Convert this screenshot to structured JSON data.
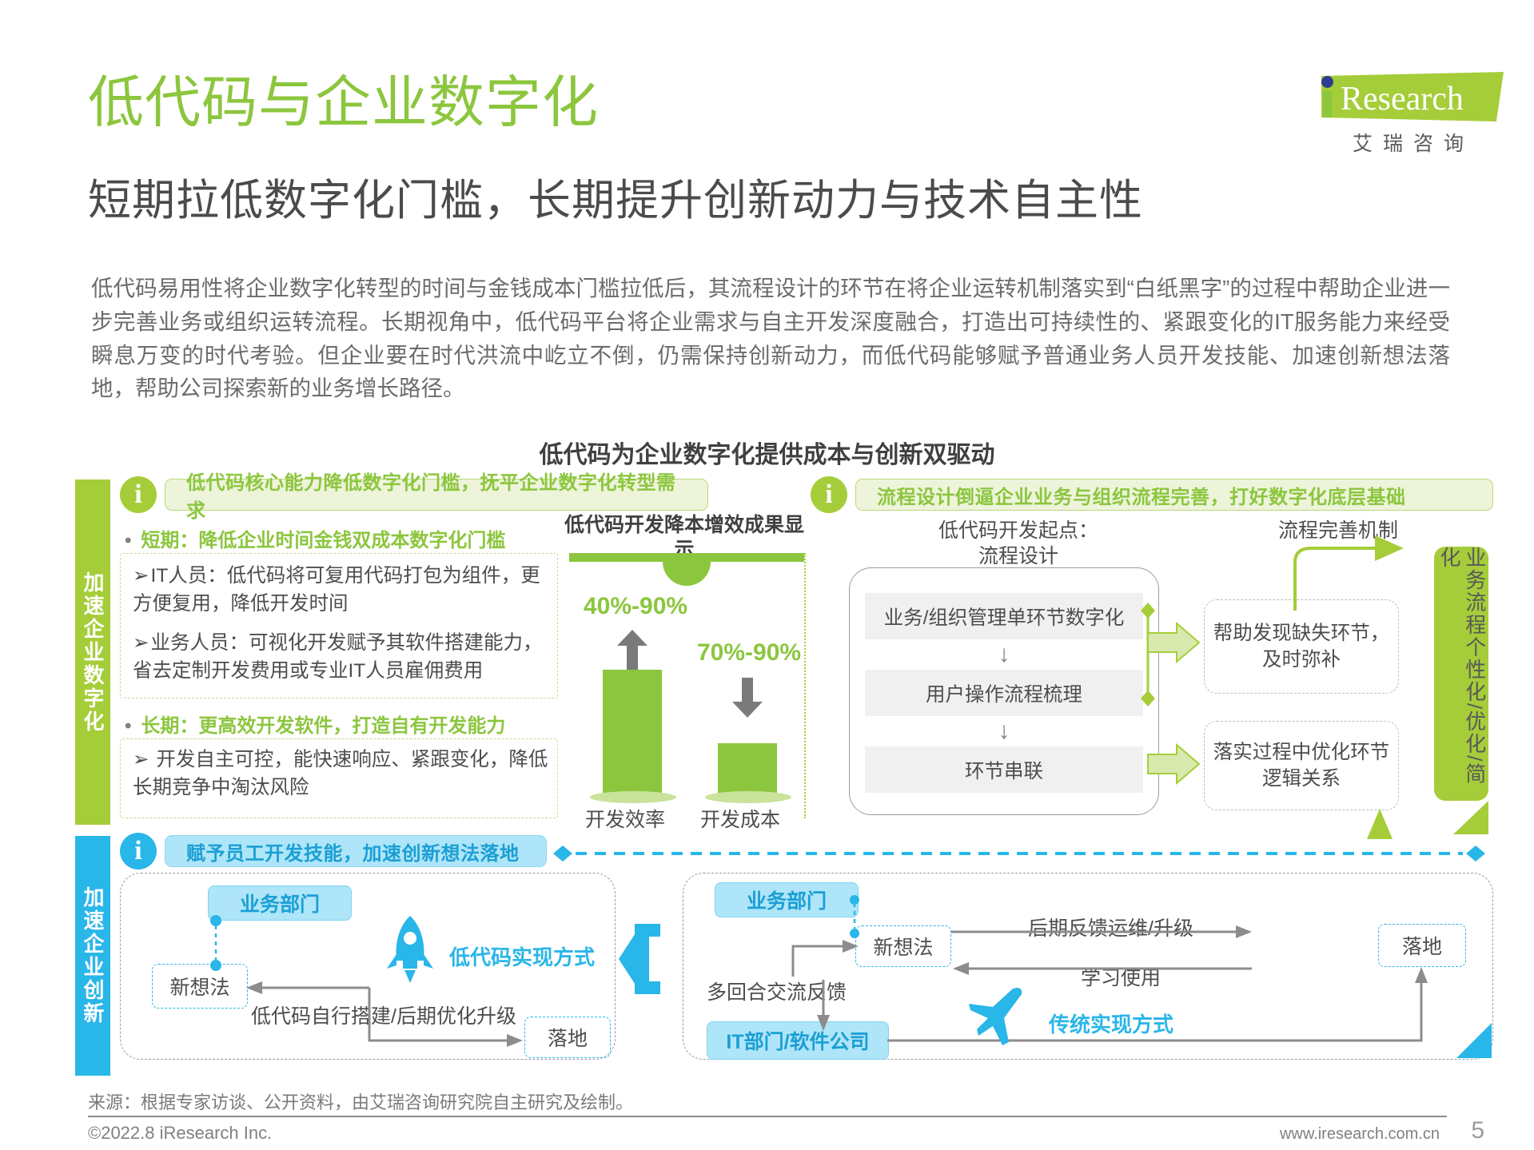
{
  "header": {
    "title": "低代码与企业数字化",
    "subtitle": "短期拉低数字化门槛，长期提升创新动力与技术自主性",
    "paragraph": "低代码易用性将企业数字化转型的时间与金钱成本门槛拉低后，其流程设计的环节在将企业运转机制落实到“白纸黑字”的过程中帮助企业进一步完善业务或组织运转流程。长期视角中，低代码平台将企业需求与自主开发深度融合，打造出可持续性的、紧跟变化的IT服务能力来经受瞬息万变的时代考验。但企业要在时代洪流中屹立不倒，仍需保持创新动力，而低代码能够赋予普通业务人员开发技能、加速创新想法落地，帮助公司探索新的业务增长路径。"
  },
  "logo": {
    "brand": "Research",
    "brand_cn": "艾瑞咨询"
  },
  "section_caption": "低代码为企业数字化提供成本与创新双驱动",
  "panel_top": {
    "side_tab": "加速企业数字化",
    "badge": "i",
    "left_pill": "低代码核心能力降低数字化门槛，抚平企业数字化转型需求",
    "right_pill": "流程设计倒逼企业业务与组织流程完善，打好数字化底层基础",
    "bullets": [
      {
        "heading": "短期：降低企业时间金钱双成本数字化门槛",
        "items": [
          "IT人员：低代码将可复用代码打包为组件，更方便复用，降低开发时间",
          "业务人员：可视化开发赋予其软件搭建能力，省去定制开发费用或专业IT人员雇佣费用"
        ]
      },
      {
        "heading": "长期：更高效开发软件，打造自有开发能力",
        "items": [
          "开发自主可控，能快速响应、紧跟变化，降低长期竞争中淘汰风险"
        ]
      }
    ],
    "flow": {
      "start_title": "低代码开发起点：\n流程设计",
      "mechanism_title": "流程完善机制",
      "steps": [
        "业务/组织管理单环节数字化",
        "用户操作流程梳理",
        "环节串联"
      ],
      "outcomes": [
        "帮助发现缺失环节，及时弥补",
        "落实过程中优化环节逻辑关系"
      ],
      "result": "业务流程个性化/优化/简化"
    }
  },
  "panel_bottom": {
    "side_tab": "加速企业创新",
    "badge": "i",
    "pill": "赋予员工开发技能，加速创新想法落地",
    "lowcode": {
      "mode_label": "低代码实现方式",
      "dept": "业务部门",
      "idea": "新想法",
      "process": "低代码自行搭建/后期优化升级",
      "landing": "落地",
      "icon": "rocket-icon"
    },
    "traditional": {
      "mode_label": "传统实现方式",
      "dept": "业务部门",
      "idea": "新想法",
      "it_dept": "IT部门/软件公司",
      "feedback": "多回合交流反馈",
      "upgrade": "后期反馈运维/升级",
      "learn": "学习使用",
      "landing": "落地",
      "icon": "airplane-icon"
    }
  },
  "chart_data": {
    "type": "bar",
    "title": "低代码开发降本增效成果显示",
    "categories": [
      "开发效率",
      "开发成本"
    ],
    "values": [
      90,
      30
    ],
    "data_labels": [
      "40%-90%",
      "70%-90%"
    ],
    "directions": [
      "up",
      "down"
    ],
    "xlabel": "",
    "ylabel": "",
    "ylim": [
      0,
      100
    ],
    "grid": false,
    "legend": "none",
    "series": [
      {
        "name": "低代码开发降本增效",
        "values": [
          90,
          30
        ]
      }
    ]
  },
  "footer": {
    "source": "来源：根据专家访谈、公开资料，由艾瑞咨询研究院自主研究及绘制。",
    "copyright": "©2022.8 iResearch Inc.",
    "website": "www.iresearch.com.cn",
    "page": "5"
  },
  "colors": {
    "green": "#8CC63E",
    "green_light": "#A5CD39",
    "blue": "#29B6E8",
    "gray_text": "#4D4D4D"
  }
}
